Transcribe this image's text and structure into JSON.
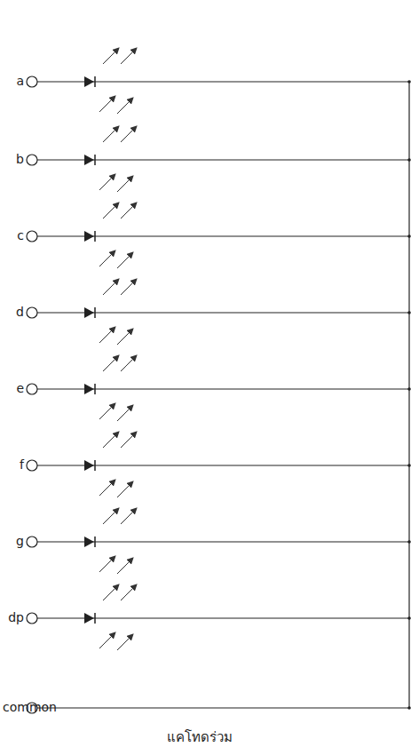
{
  "diagram": {
    "caption": "แคโทดร่วม",
    "labels": [
      "a",
      "b",
      "c",
      "d",
      "e",
      "f",
      "g",
      "dp",
      "common"
    ]
  }
}
